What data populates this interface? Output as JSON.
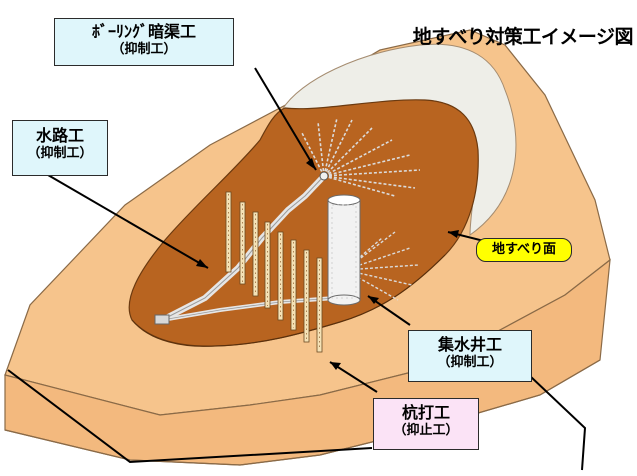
{
  "title": "地すべり対策工イメージ図",
  "labels": {
    "boring": {
      "line1": "ﾎﾞｰﾘﾝｸﾞ暗渠工",
      "line2": "（抑制工）"
    },
    "waterway": {
      "line1": "水路工",
      "line2": "（抑制工）"
    },
    "slip_surface": "地すべり面",
    "well": {
      "line1": "集水井工",
      "line2": "（抑制工）"
    },
    "pile": {
      "line1": "杭打工",
      "line2": "（抑止工）"
    }
  },
  "colors": {
    "ground": "#f6c48c",
    "slide_mass": "#b86420",
    "scarp": "#eeeee8",
    "label_cyan": "#dff6fb",
    "label_pink": "#fbe3f6",
    "label_yellow": "#ffff00"
  }
}
